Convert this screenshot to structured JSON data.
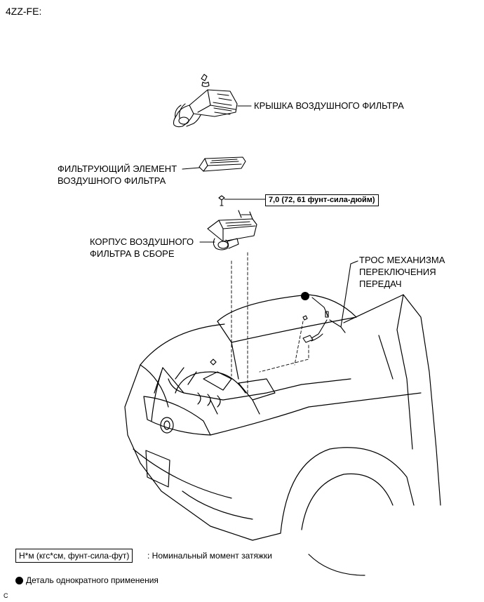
{
  "engine_code": "4ZZ-FE:",
  "labels": {
    "cover": "КРЫШКА ВОЗДУШНОГО ФИЛЬТРА",
    "element_line1": "ФИЛЬТРУЮЩИЙ ЭЛЕМЕНТ",
    "element_line2": "ВОЗДУШНОГО ФИЛЬТРА",
    "housing_line1": "КОРПУС ВОЗДУШНОГО",
    "housing_line2": "ФИЛЬТРА В СБОРЕ",
    "cable_line1": "ТРОС МЕХАНИЗМА",
    "cable_line2": "ПЕРЕКЛЮЧЕНИЯ",
    "cable_line3": "ПЕРЕДАЧ"
  },
  "torque_spec": "7,0 (72, 61 фунт-сила-дюйм)",
  "legend": {
    "torque_unit": "Н*м (кгс*см, фунт-сила-фут)",
    "torque_desc": ": Номинальный момент затяжки",
    "nonreusable_desc": "Деталь однократного применения"
  },
  "corner_mark": "C"
}
